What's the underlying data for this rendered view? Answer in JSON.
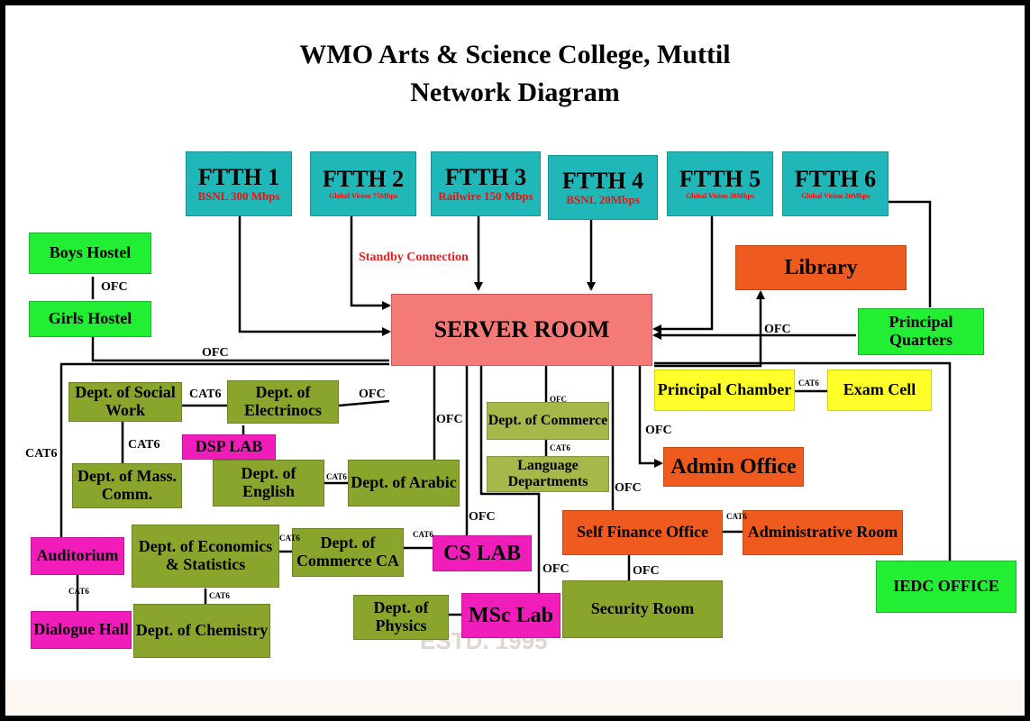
{
  "title": {
    "line1": "WMO Arts & Science College, Muttil",
    "line2": "Network Diagram"
  },
  "watermark": {
    "est": "ESTD. 1995"
  },
  "ftth": [
    {
      "name": "FTTH 1",
      "provider": "BSNL 300 Mbps"
    },
    {
      "name": "FTTH 2",
      "provider": "Global Vision 75Mbps"
    },
    {
      "name": "FTTH 3",
      "provider": "Railwire 150 Mbps"
    },
    {
      "name": "FTTH 4",
      "provider": "BSNL 20Mbps"
    },
    {
      "name": "FTTH 5",
      "provider": "Global Vision 20Mbps"
    },
    {
      "name": "FTTH 6",
      "provider": "Global Vision 20Mbps"
    }
  ],
  "nodes": {
    "server_room": "SERVER ROOM",
    "library": "Library",
    "principal_quarters": "Principal Quarters",
    "boys_hostel": "Boys Hostel",
    "girls_hostel": "Girls Hostel",
    "social_work": "Dept. of Social Work",
    "electronics": "Dept. of Electrinocs",
    "dsp_lab": "DSP LAB",
    "mass_comm": "Dept. of Mass. Comm.",
    "english": "Dept. of English",
    "arabic": "Dept. of Arabic",
    "commerce": "Dept. of Commerce",
    "language": "Language Departments",
    "principal_chamber": "Principal Chamber",
    "exam_cell": "Exam Cell",
    "admin_office": "Admin Office",
    "self_finance": "Self Finance Office",
    "administrative_room": "Administrative Room",
    "auditorium": "Auditorium",
    "dialogue_hall": "Dialogue Hall",
    "economics": "Dept. of Economics & Statistics",
    "chemistry": "Dept. of Chemistry",
    "commerce_ca": "Dept. of Commerce CA",
    "cs_lab": "CS LAB",
    "physics": "Dept. of Physics",
    "msc_lab": "MSc Lab",
    "security_room": "Security Room",
    "iedc_office": "IEDC OFFICE"
  },
  "link_labels": {
    "ofc": "OFC",
    "cat6": "CAT6",
    "standby": "Standby Connection"
  },
  "colors": {
    "green": "#22ee33",
    "olive": "#8aa52b",
    "teal": "#1fb7b7",
    "magenta": "#f01dbb",
    "orange": "#ef5a1e",
    "yellow": "#ffff2a",
    "server": "#f47a78",
    "provider_text": "#e11111"
  }
}
